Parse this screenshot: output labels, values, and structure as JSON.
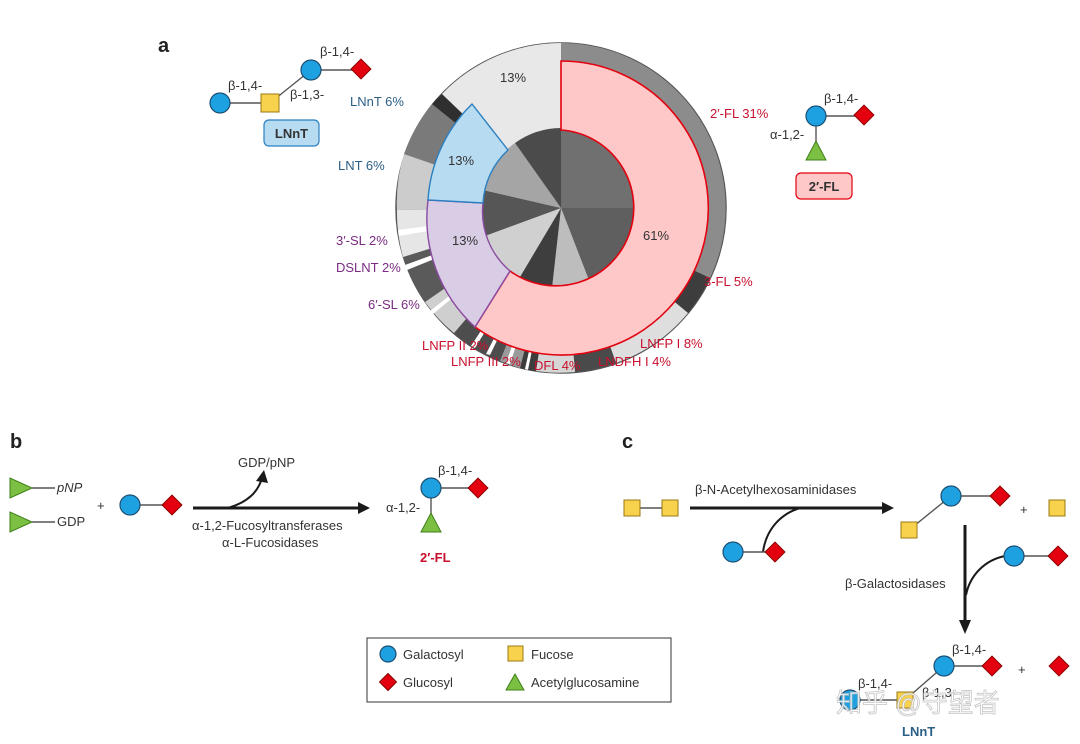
{
  "panels": {
    "a": "a",
    "b": "b",
    "c": "c"
  },
  "panel_a": {
    "outer_labels": {
      "lnnt": "LNnT 6%",
      "lnt": "LNT 6%",
      "sl3": "3′-SL 2%",
      "dslnt": "DSLNT 2%",
      "sl6": "6′-SL 6%",
      "lnfp2": "LNFP II 2%",
      "lnfp3": "LNFP III 2%",
      "dfl": "DFL 4%",
      "lndfh1": "LNDFH I 4%",
      "lnfp1": "LNFP I 8%",
      "fl3": "3-FL 5%",
      "fl2": "2′-FL 31%"
    },
    "inner_labels": {
      "neutral_core": "13%",
      "fucosylated": "61%",
      "sialylated": "13%",
      "other": "13%"
    },
    "lnnt_struct": {
      "bond1": "β-1,4-",
      "bond2": "β-1,3-",
      "bond3": "β-1,4-",
      "name": "LNnT"
    },
    "fl2_struct": {
      "bond1": "β-1,4-",
      "bond2": "α-1,2-",
      "name": "2′-FL"
    }
  },
  "panel_b": {
    "donor1": "pNP",
    "donor2": "GDP",
    "plus": "+",
    "byproduct": "GDP/pNP",
    "enzyme1": "α-1,2-Fucosyltransferases",
    "enzyme2": "α-L-Fucosidases",
    "prod_bond1": "β-1,4-",
    "prod_bond2": "α-1,2-",
    "product": "2′-FL"
  },
  "panel_c": {
    "enzyme1": "β-N-Acetylhexosaminidases",
    "plus1": "+",
    "enzyme2": "β-Galactosidases",
    "prod_bond1": "β-1,4-",
    "prod_bond2": "β-1,4-",
    "prod_bond3": "β-1,3-",
    "plus2": "+",
    "product": "LNnT"
  },
  "legend": {
    "galactosyl": "Galactosyl",
    "fucose": "Fucose",
    "glucosyl": "Glucosyl",
    "acetylglucosamine": "Acetylglucosamine"
  },
  "watermark": "知乎 @守望者",
  "colors": {
    "galactosyl": "#1ea1e0",
    "glucosyl": "#e3000f",
    "fucose": "#f9d24d",
    "acetylglucosamine": "#7bc043",
    "fucosylated_ring": "#ffc8c8",
    "neutral_ring": "#b7dcf2",
    "sialylated_ring": "#d9cde6"
  }
}
